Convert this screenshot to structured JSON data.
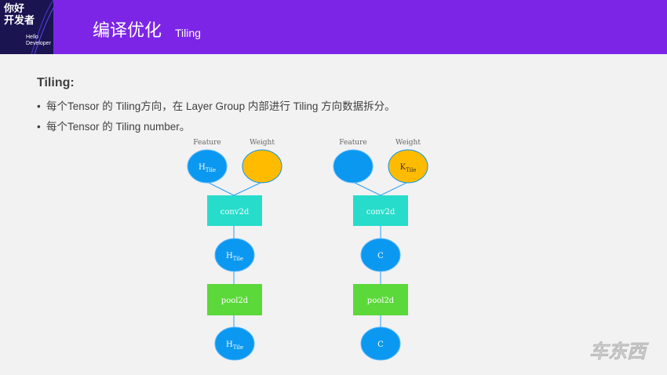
{
  "header": {
    "logo_line1": "你好",
    "logo_line2": "开发者",
    "logo_en1": "Hello",
    "logo_en2": "Developer",
    "title": "编译优化",
    "subtitle": "Tiling"
  },
  "content": {
    "heading": "Tiling:",
    "bullets": [
      "每个Tensor 的 Tiling方向，在 Layer Group 内部进行 Tiling 方向数据拆分。",
      "每个Tensor 的 Tiling number。"
    ]
  },
  "diagram": {
    "colors": {
      "blue": "#0b98f0",
      "orange": "#ffbb00",
      "teal": "#27dccb",
      "green": "#5bd83a",
      "line": "#2a9df4"
    },
    "left": {
      "feature_label": "Feature",
      "weight_label": "Weight",
      "feature_node": {
        "main": "H",
        "sub": "Tile"
      },
      "weight_node": {
        "main": "",
        "sub": ""
      },
      "op1": "conv2d",
      "mid_node": {
        "main": "H",
        "sub": "Tile"
      },
      "op2": "pool2d",
      "out_node": {
        "main": "H",
        "sub": "Tile"
      }
    },
    "right": {
      "feature_label": "Feature",
      "weight_label": "Weight",
      "feature_node": {
        "main": "",
        "sub": ""
      },
      "weight_node": {
        "main": "K",
        "sub": "Tile"
      },
      "op1": "conv2d",
      "mid_node": {
        "main": "C",
        "sub": ""
      },
      "op2": "pool2d",
      "out_node": {
        "main": "C",
        "sub": ""
      }
    }
  },
  "watermark": "车东西"
}
